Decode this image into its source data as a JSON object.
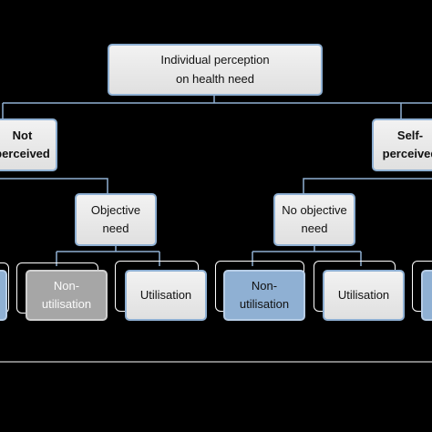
{
  "diagram": {
    "root": {
      "label": "Individual perception\non health need"
    },
    "not_perceived": {
      "label": "Not\nperceived"
    },
    "self_perceived": {
      "label": "Self-\nperceived"
    },
    "objective_need": {
      "label": "Objective\nneed"
    },
    "no_objective_need": {
      "label": "No objective\nneed"
    },
    "leaf_non_utilisation_left": {
      "label": "Non-\nutilisation"
    },
    "leaf_utilisation_left": {
      "label": "Utilisation"
    },
    "leaf_non_utilisation_right": {
      "label": "Non-\nutilisation"
    },
    "leaf_utilisation_right": {
      "label": "Utilisation"
    }
  },
  "colors": {
    "background": "#000000",
    "connector": "#8fb0d3",
    "box_fill": "#e6e6e6",
    "box_border": "#8fb0d3",
    "highlight_blue": "#8fb0d3",
    "highlight_grey": "#a6a6a6"
  }
}
